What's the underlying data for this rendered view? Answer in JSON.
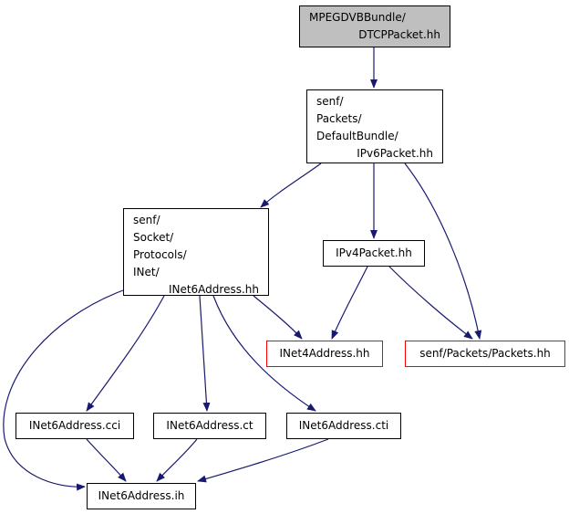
{
  "colors": {
    "edge": "#191970",
    "border": "#000000",
    "missing_border": "#ff0000",
    "current_fill": "#bfbfbf"
  },
  "nodes": {
    "dtcp": {
      "lines": [
        "MPEGDVBBundle/",
        "DTCPPacket.hh"
      ]
    },
    "ipv6": {
      "lines": [
        "senf/",
        "Packets/",
        "DefaultBundle/",
        "IPv6Packet.hh"
      ]
    },
    "inet6addr": {
      "lines": [
        "senf/",
        "Socket/",
        "Protocols/",
        "INet/",
        "INet6Address.hh"
      ]
    },
    "ipv4": {
      "label": "IPv4Packet.hh"
    },
    "inet4addr": {
      "label": "INet4Address.hh"
    },
    "packets": {
      "label": "senf/Packets/Packets.hh"
    },
    "cci": {
      "label": "INet6Address.cci"
    },
    "ct": {
      "label": "INet6Address.ct"
    },
    "cti": {
      "label": "INet6Address.cti"
    },
    "ih": {
      "label": "INet6Address.ih"
    }
  },
  "edges": [
    {
      "from": "dtcp",
      "to": "ipv6"
    },
    {
      "from": "ipv6",
      "to": "inet6addr"
    },
    {
      "from": "ipv6",
      "to": "ipv4"
    },
    {
      "from": "ipv6",
      "to": "packets"
    },
    {
      "from": "inet6addr",
      "to": "inet4addr"
    },
    {
      "from": "inet6addr",
      "to": "cci"
    },
    {
      "from": "inet6addr",
      "to": "ct"
    },
    {
      "from": "inet6addr",
      "to": "cti"
    },
    {
      "from": "inet6addr",
      "to": "ih"
    },
    {
      "from": "ipv4",
      "to": "inet4addr"
    },
    {
      "from": "ipv4",
      "to": "packets"
    },
    {
      "from": "cci",
      "to": "ih"
    },
    {
      "from": "ct",
      "to": "ih"
    },
    {
      "from": "cti",
      "to": "ih"
    }
  ]
}
